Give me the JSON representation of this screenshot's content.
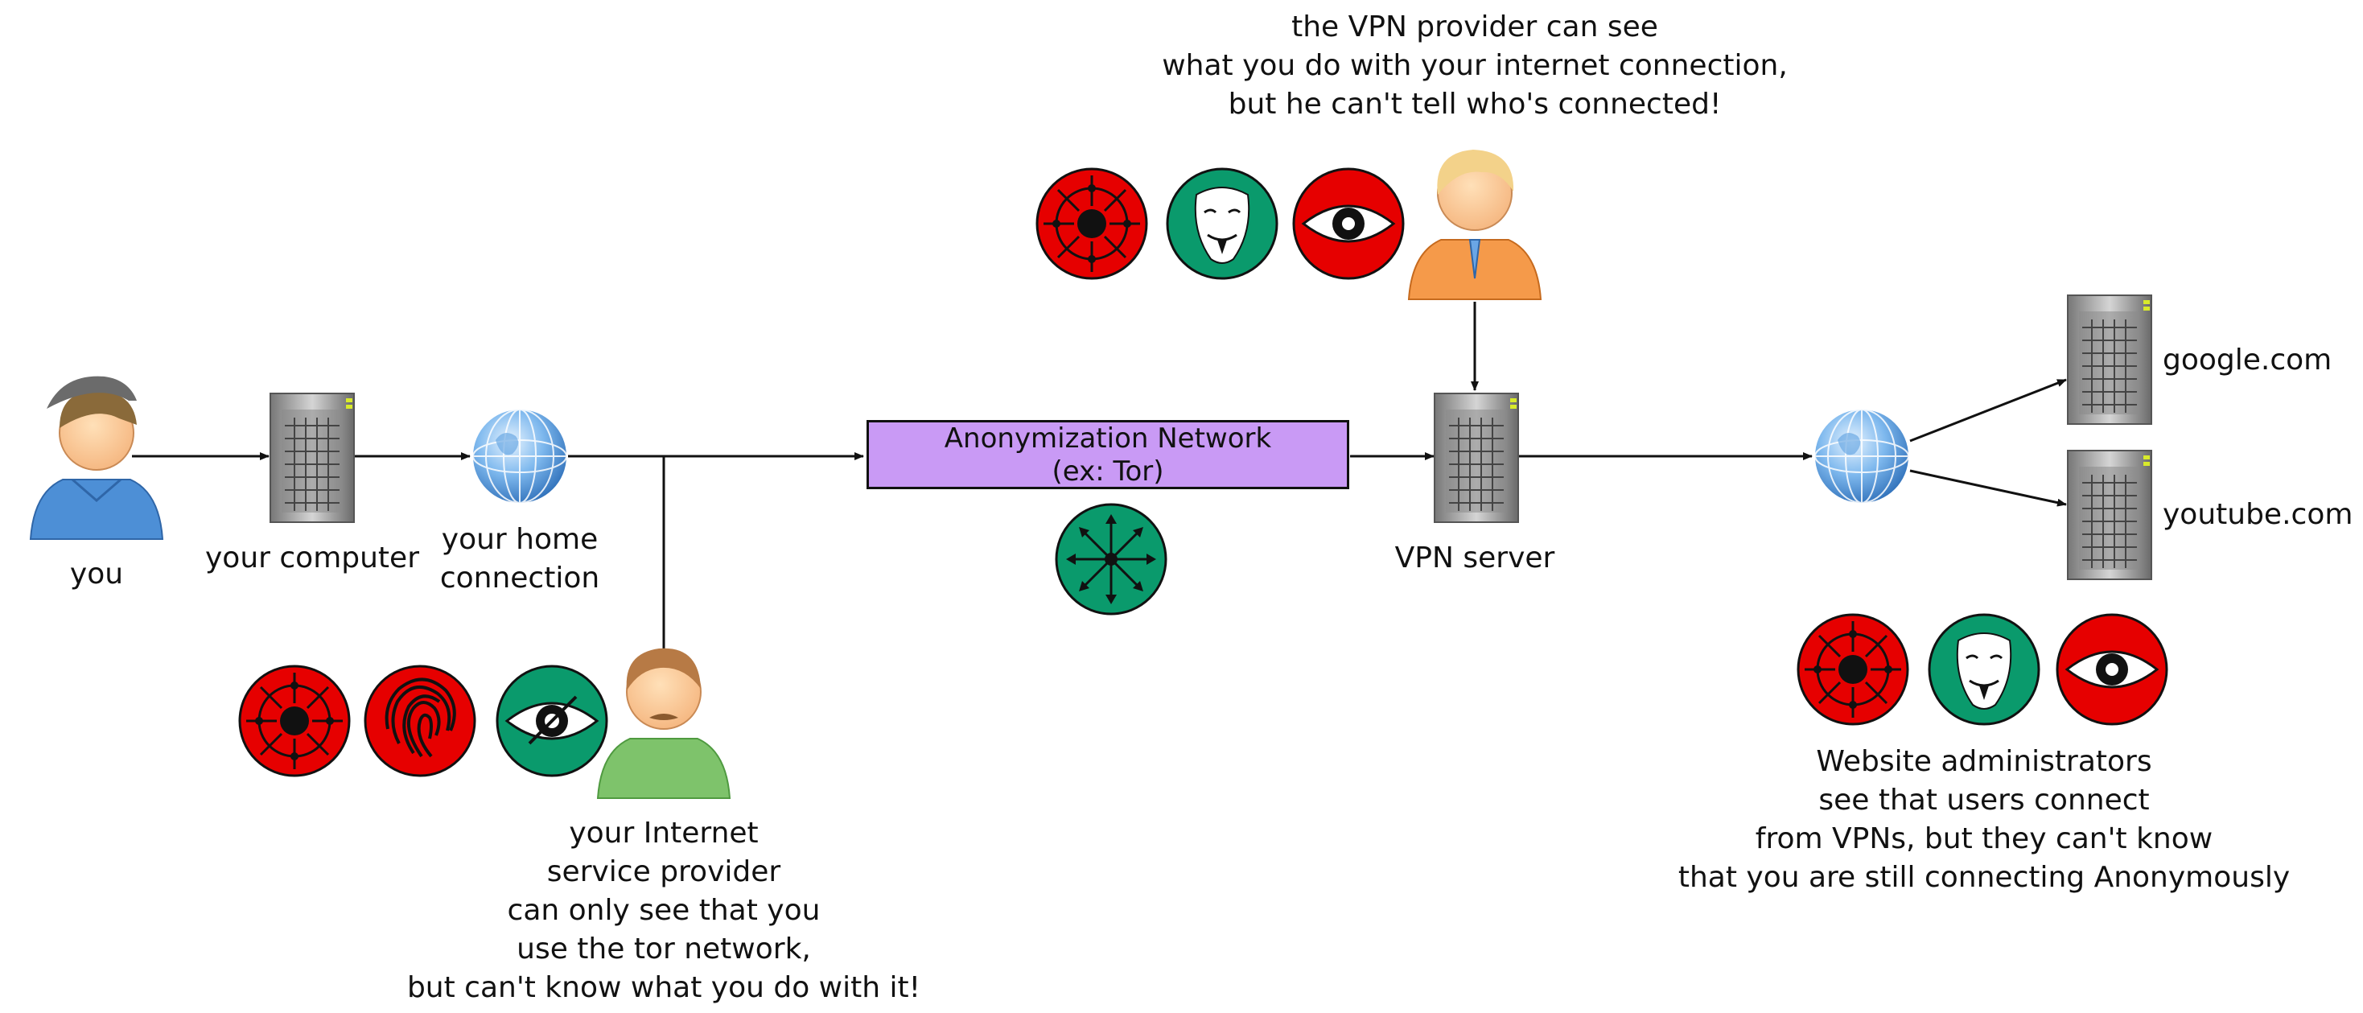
{
  "nodes": {
    "you": "you",
    "your_computer": "your computer",
    "home_connection": [
      "your home",
      "connection"
    ],
    "vpn_server": "VPN server",
    "google": "google.com",
    "youtube": "youtube.com"
  },
  "anonymization_network": {
    "title": "Anonymization Network",
    "subtitle": "(ex: Tor)"
  },
  "isp_note": [
    "your Internet",
    "service provider",
    "can only see that you",
    "use the tor network,",
    "but can't know what you do with it!"
  ],
  "vpn_provider_note": [
    "the VPN provider can see",
    "what you do with your internet connection,",
    "but he can't tell who's connected!"
  ],
  "website_admin_note": [
    "Website administrators",
    "see that users connect",
    "from VPNs, but they can't know",
    "that you are still connecting Anonymously"
  ],
  "colors": {
    "red_badge": "#e60000",
    "green_badge": "#0a9a6c",
    "anon_box": "#c99af5",
    "arrow": "#111111"
  },
  "icons": {
    "isp_badges": [
      "target-icon",
      "fingerprint-icon",
      "slashed-eye-icon"
    ],
    "vpn_badges": [
      "target-icon",
      "anonymous-mask-icon",
      "eye-icon"
    ],
    "website_badges": [
      "target-icon",
      "anonymous-mask-icon",
      "eye-icon"
    ],
    "network_badge": "network-arrows-icon"
  }
}
